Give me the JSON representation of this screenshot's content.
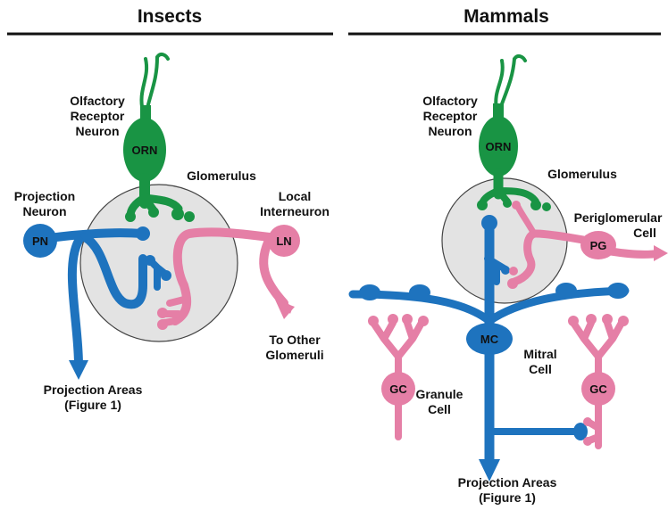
{
  "colors": {
    "projection": "#1e73be",
    "interneuron": "#e57fa6",
    "receptor": "#199444",
    "glomerulus": "#e3e3e3"
  },
  "insects": {
    "title": "Insects",
    "orn_label": [
      "Olfactory",
      "Receptor",
      "Neuron"
    ],
    "orn_abbr": "ORN",
    "glomerulus": "Glomerulus",
    "pn_label": [
      "Projection",
      "Neuron"
    ],
    "pn_abbr": "PN",
    "ln_label": [
      "Local",
      "Interneuron"
    ],
    "ln_abbr": "LN",
    "other_glomeruli": [
      "To Other",
      "Glomeruli"
    ],
    "projection_areas": [
      "Projection Areas",
      "(Figure 1)"
    ]
  },
  "mammals": {
    "title": "Mammals",
    "orn_label": [
      "Olfactory",
      "Receptor",
      "Neuron"
    ],
    "orn_abbr": "ORN",
    "glomerulus": "Glomerulus",
    "pg_label": [
      "Periglomerular",
      "Cell"
    ],
    "pg_abbr": "PG",
    "mc_abbr": "MC",
    "mc_label": [
      "Mitral",
      "Cell"
    ],
    "gc_abbr": "GC",
    "gc_label": [
      "Granule",
      "Cell"
    ],
    "projection_areas": [
      "Projection Areas",
      "(Figure 1)"
    ]
  }
}
